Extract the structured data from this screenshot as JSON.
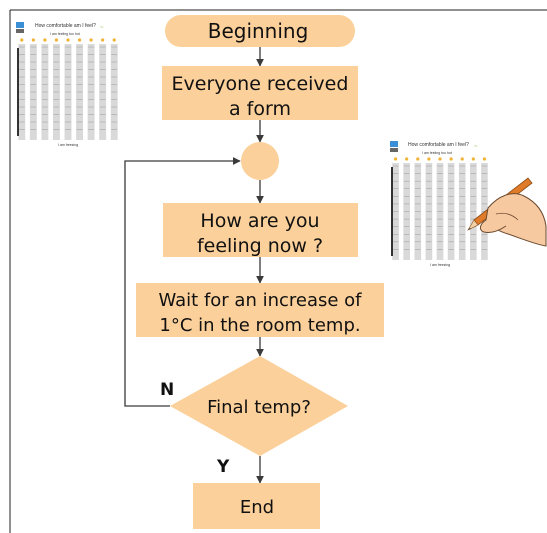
{
  "flowchart": {
    "start": "Beginning",
    "step1": [
      "Everyone received",
      "a form"
    ],
    "step2": [
      "How are you",
      "feeling now ?"
    ],
    "step3": [
      "Wait for an increase of",
      "1°C in the room temp."
    ],
    "decision": "Final temp?",
    "label_no": "N",
    "label_yes": "Y",
    "end": "End"
  },
  "form_thumbnail": {
    "title": "How comfortable am I feel?",
    "top_label": "I am feeling too hot",
    "bottom_label": "I am freezing"
  },
  "colors": {
    "node_fill": "#fbd09a",
    "line": "#3a3a3a",
    "star": "#f2b233"
  },
  "icons": [
    "pencil-hand-icon",
    "form-logo-icon"
  ]
}
